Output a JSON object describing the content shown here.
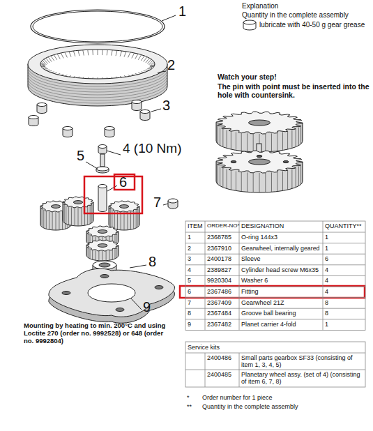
{
  "diagram": {
    "labels": [
      "1",
      "2",
      "3",
      "4 (10 Nm)",
      "5",
      "6",
      "7",
      "8",
      "9",
      "Explanation",
      "Quantity in the complete assembly",
      "Watch your step!",
      "The pin with point must be inserted into the hole with countersink.",
      "Mounting by heating to min. 200°C and using Loctite 270 (order no. 9992528) or 648 (order no. 9992804)",
      "ITEM",
      "ORDER-NO*",
      "DESIGNATION",
      "QUANTITY**",
      "1",
      "2368785",
      "O-ring 144x3",
      "1",
      "2",
      "2367910",
      "Gearwheel, internally geared",
      "1",
      "3",
      "2400178",
      "Sleeve",
      "6",
      "4",
      "2389827",
      "Cylinder head screw M6x35",
      "4",
      "5",
      "9920304",
      "Washer 6",
      "4",
      "6",
      "2367486",
      "Fitting",
      "4",
      "7",
      "2367409",
      "Gearwheel 21Z",
      "8",
      "8",
      "2367484",
      "Groove ball bearing",
      "8",
      "9",
      "2367482",
      "Planet carrier 4-fold",
      "1",
      "Service kits",
      "2400486",
      "Small parts gearbox SF33 (consisting of item 1, 3, 4, 5)",
      "2400485",
      "Planetary wheel assy. (set of 4) (consisting of item 6, 7, 8)",
      "*",
      "Order number for 1 piece",
      "**",
      "Quantity in the complete assembly"
    ],
    "legend": [
      {
        "text": "lubricate with 40-50 g gear grease"
      }
    ]
  }
}
